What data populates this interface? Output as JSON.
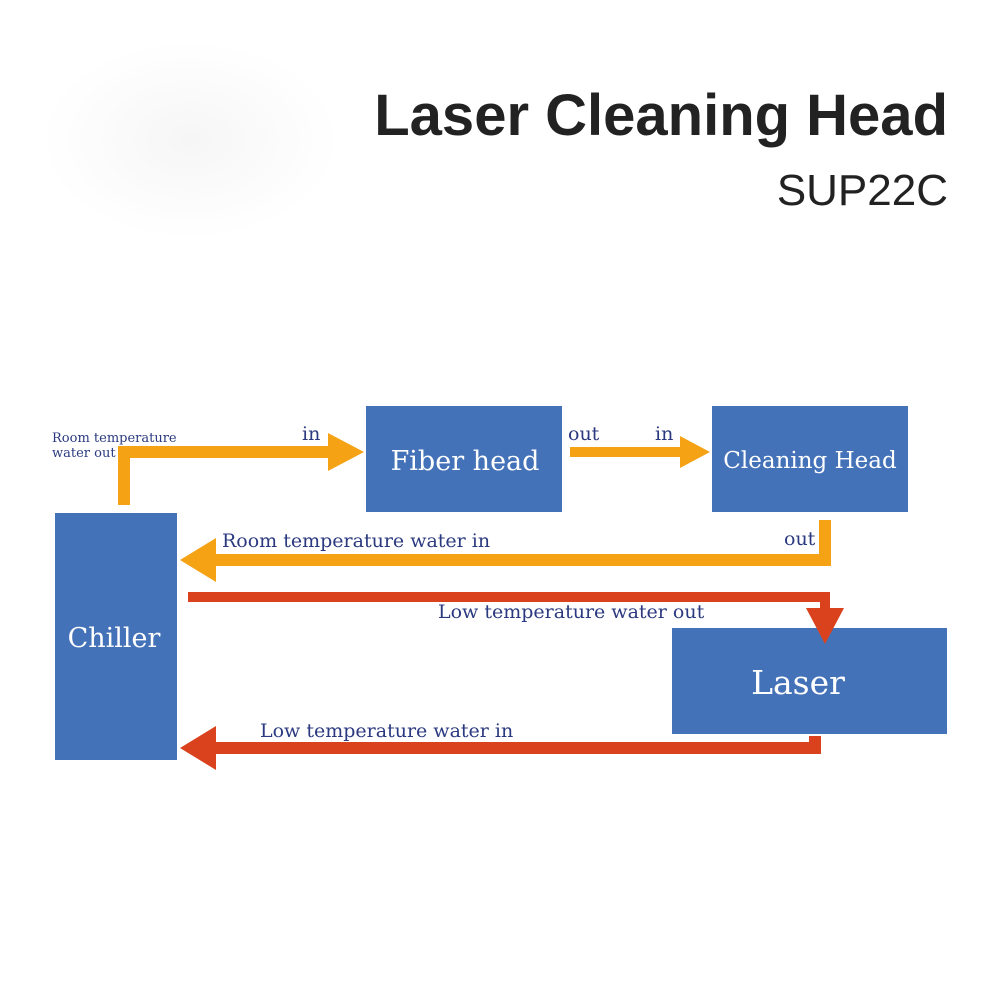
{
  "header": {
    "title": "Laser Cleaning Head",
    "subtitle": "SUP22C"
  },
  "colors": {
    "box": "#4472b8",
    "room_temp_flow": "#f5a214",
    "low_temp_flow": "#d9421c",
    "label_text": "#2b3a80"
  },
  "nodes": {
    "chiller": "Chiller",
    "fiber_head": "Fiber head",
    "cleaning_head": "Cleaning Head",
    "laser": "Laser"
  },
  "labels": {
    "room_water_out_line1": "Room temperature",
    "room_water_out_line2": "water out",
    "fiber_in": "in",
    "fiber_out": "out",
    "cleaning_in": "in",
    "cleaning_out": "out",
    "room_water_in": "Room temperature water in",
    "low_water_out": "Low temperature water out",
    "low_water_in": "Low temperature water in"
  }
}
